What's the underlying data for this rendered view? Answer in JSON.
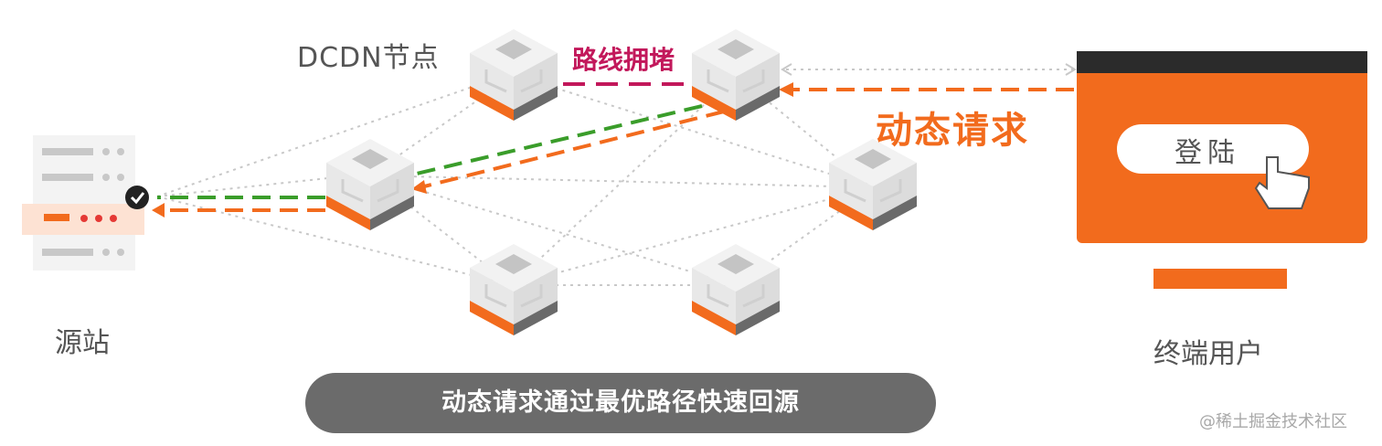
{
  "labels": {
    "dcdn_nodes": "DCDN节点",
    "congestion": "路线拥堵",
    "dynamic_request": "动态请求",
    "origin": "源站",
    "end_user": "终端用户",
    "login": "登陆",
    "banner": "动态请求通过最优路径快速回源",
    "watermark": "@稀土掘金技术社区"
  },
  "colors": {
    "orange": "#f26b1d",
    "green": "#3a9d2a",
    "congestion": "#c2185b",
    "grey_text": "#555555",
    "banner_bg": "#6b6b6b"
  },
  "icons": {
    "origin": "server-icon",
    "check": "check-badge-icon",
    "node": "cube-node-icon",
    "user": "monitor-icon",
    "pointer": "hand-pointer-icon"
  }
}
